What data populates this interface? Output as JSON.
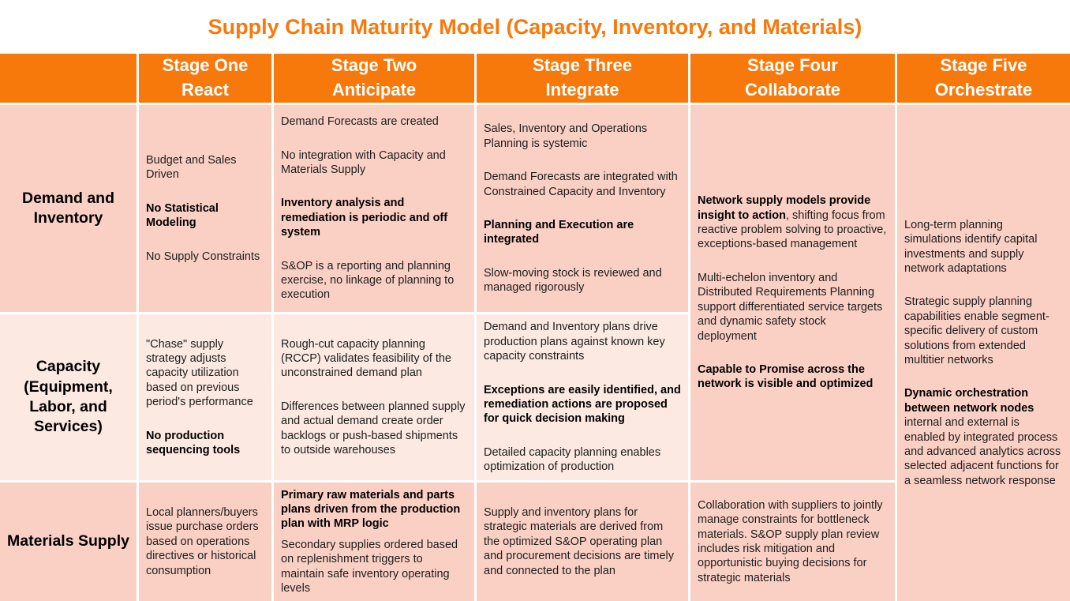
{
  "title": "Supply Chain Maturity Model (Capacity, Inventory, and Materials)",
  "colors": {
    "accent_orange": "#F8790B",
    "row_dark": "#FBD0C4",
    "row_light": "#FCE9E2",
    "header_text": "#FFFFFF",
    "body_text": "#1D1D1D"
  },
  "header": {
    "corner": "",
    "stages": [
      {
        "line1": "Stage One",
        "line2": "React"
      },
      {
        "line1": "Stage Two",
        "line2": "Anticipate"
      },
      {
        "line1": "Stage Three",
        "line2": "Integrate"
      },
      {
        "line1": "Stage Four",
        "line2": "Collaborate"
      },
      {
        "line1": "Stage Five",
        "line2": "Orchestrate"
      }
    ]
  },
  "table": {
    "cells": [
      {
        "name": "rowhead-demand-inventory",
        "col": 1,
        "row": 2,
        "rowspan": 1,
        "tone": "dark",
        "kind": "rowhead",
        "paragraphs": [
          [
            {
              "t": "Demand and Inventory",
              "b": true
            }
          ]
        ]
      },
      {
        "name": "cell-demand-stage-one",
        "col": 2,
        "row": 2,
        "rowspan": 1,
        "tone": "dark",
        "paragraphs": [
          [
            {
              "t": "Budget and Sales Driven",
              "b": false
            }
          ],
          [
            {
              "t": "No Statistical Modeling",
              "b": true
            }
          ],
          [
            {
              "t": "No Supply Constraints",
              "b": false
            }
          ]
        ]
      },
      {
        "name": "cell-demand-stage-two",
        "col": 3,
        "row": 2,
        "rowspan": 1,
        "tone": "dark",
        "paragraphs": [
          [
            {
              "t": "Demand Forecasts are created",
              "b": false
            }
          ],
          [
            {
              "t": "No integration with Capacity and Materials Supply",
              "b": false
            }
          ],
          [
            {
              "t": "Inventory analysis and remediation is periodic and off system",
              "b": true
            }
          ],
          [
            {
              "t": "S&OP is a reporting and planning exercise, no linkage of planning to execution",
              "b": false
            }
          ]
        ]
      },
      {
        "name": "cell-demand-stage-three",
        "col": 4,
        "row": 2,
        "rowspan": 1,
        "tone": "dark",
        "paragraphs": [
          [
            {
              "t": "Sales, Inventory and Operations Planning is systemic",
              "b": false
            }
          ],
          [
            {
              "t": "Demand Forecasts are integrated with Constrained Capacity and Inventory",
              "b": false
            }
          ],
          [
            {
              "t": "Planning and Execution are integrated",
              "b": true
            }
          ],
          [
            {
              "t": "Slow-moving stock is reviewed and managed rigorously",
              "b": false
            }
          ]
        ]
      },
      {
        "name": "cell-demand-capacity-stage-four",
        "col": 5,
        "row": 2,
        "rowspan": 2,
        "tone": "dark",
        "paragraphs": [
          [
            {
              "t": "Network supply models provide insight to action",
              "b": true
            },
            {
              "t": ", shifting focus from reactive problem solving to proactive, exceptions-based management",
              "b": false
            }
          ],
          [
            {
              "t": "Multi-echelon inventory and Distributed Requirements Planning support differentiated service targets and dynamic safety stock deployment",
              "b": false
            }
          ],
          [
            {
              "t": "Capable to Promise across the network is visible and optimized",
              "b": true
            }
          ]
        ]
      },
      {
        "name": "cell-all-rows-stage-five",
        "col": 6,
        "row": 2,
        "rowspan": 3,
        "tone": "dark",
        "paragraphs": [
          [
            {
              "t": "Long-term planning simulations identify capital investments and supply network adaptations",
              "b": false
            }
          ],
          [
            {
              "t": "Strategic supply planning capabilities enable segment-specific delivery of custom solutions from extended multitier networks",
              "b": false
            }
          ],
          [
            {
              "t": "Dynamic orchestration between network nodes",
              "b": true
            },
            {
              "t": " internal and external is enabled by integrated process and advanced analytics across selected adjacent functions for a seamless network response",
              "b": false
            }
          ]
        ]
      },
      {
        "name": "rowhead-capacity",
        "col": 1,
        "row": 3,
        "rowspan": 1,
        "tone": "light",
        "kind": "rowhead",
        "paragraphs": [
          [
            {
              "t": "Capacity (Equipment, Labor, and Services)",
              "b": true
            }
          ]
        ]
      },
      {
        "name": "cell-capacity-stage-one",
        "col": 2,
        "row": 3,
        "rowspan": 1,
        "tone": "light",
        "paragraphs": [
          [
            {
              "t": "\"Chase\" supply strategy adjusts capacity utilization based on previous period's performance",
              "b": false
            }
          ],
          [
            {
              "t": "No production sequencing tools",
              "b": true
            }
          ]
        ]
      },
      {
        "name": "cell-capacity-stage-two",
        "col": 3,
        "row": 3,
        "rowspan": 1,
        "tone": "light",
        "paragraphs": [
          [
            {
              "t": "Rough-cut capacity planning (RCCP) validates feasibility of the unconstrained demand plan",
              "b": false
            }
          ],
          [
            {
              "t": "Differences between planned supply and actual demand create order backlogs or push-based shipments to outside warehouses",
              "b": false
            }
          ]
        ]
      },
      {
        "name": "cell-capacity-stage-three",
        "col": 4,
        "row": 3,
        "rowspan": 1,
        "tone": "light",
        "paragraphs": [
          [
            {
              "t": "Demand and Inventory plans drive production plans against known key capacity constraints",
              "b": false
            }
          ],
          [
            {
              "t": "Exceptions are easily identified, and remediation actions are proposed for quick decision making",
              "b": true
            }
          ],
          [
            {
              "t": "Detailed capacity planning enables optimization of production",
              "b": false
            }
          ]
        ]
      },
      {
        "name": "rowhead-materials-supply",
        "col": 1,
        "row": 4,
        "rowspan": 1,
        "tone": "dark",
        "kind": "rowhead",
        "paragraphs": [
          [
            {
              "t": "Materials Supply",
              "b": true
            }
          ]
        ]
      },
      {
        "name": "cell-materials-stage-one",
        "col": 2,
        "row": 4,
        "rowspan": 1,
        "tone": "dark",
        "paragraphs": [
          [
            {
              "t": "Local planners/buyers issue purchase orders based on operations directives or historical consumption",
              "b": false
            }
          ]
        ]
      },
      {
        "name": "cell-materials-stage-two",
        "col": 3,
        "row": 4,
        "rowspan": 1,
        "tone": "dark",
        "tight": true,
        "paragraphs": [
          [
            {
              "t": "Primary raw materials and parts plans driven from the production plan with MRP logic",
              "b": true
            }
          ],
          [
            {
              "t": "Secondary supplies ordered based on replenishment triggers to maintain safe inventory operating levels",
              "b": false
            }
          ]
        ]
      },
      {
        "name": "cell-materials-stage-three",
        "col": 4,
        "row": 4,
        "rowspan": 1,
        "tone": "dark",
        "paragraphs": [
          [
            {
              "t": "Supply and inventory plans for strategic materials are derived from the optimized S&OP operating plan and procurement decisions are timely and connected to the plan",
              "b": false
            }
          ]
        ]
      },
      {
        "name": "cell-materials-stage-four",
        "col": 5,
        "row": 4,
        "rowspan": 1,
        "tone": "dark",
        "paragraphs": [
          [
            {
              "t": "Collaboration with suppliers to jointly manage constraints for bottleneck materials. S&OP supply plan review includes risk mitigation and opportunistic buying decisions for strategic materials",
              "b": false
            }
          ]
        ]
      }
    ]
  }
}
